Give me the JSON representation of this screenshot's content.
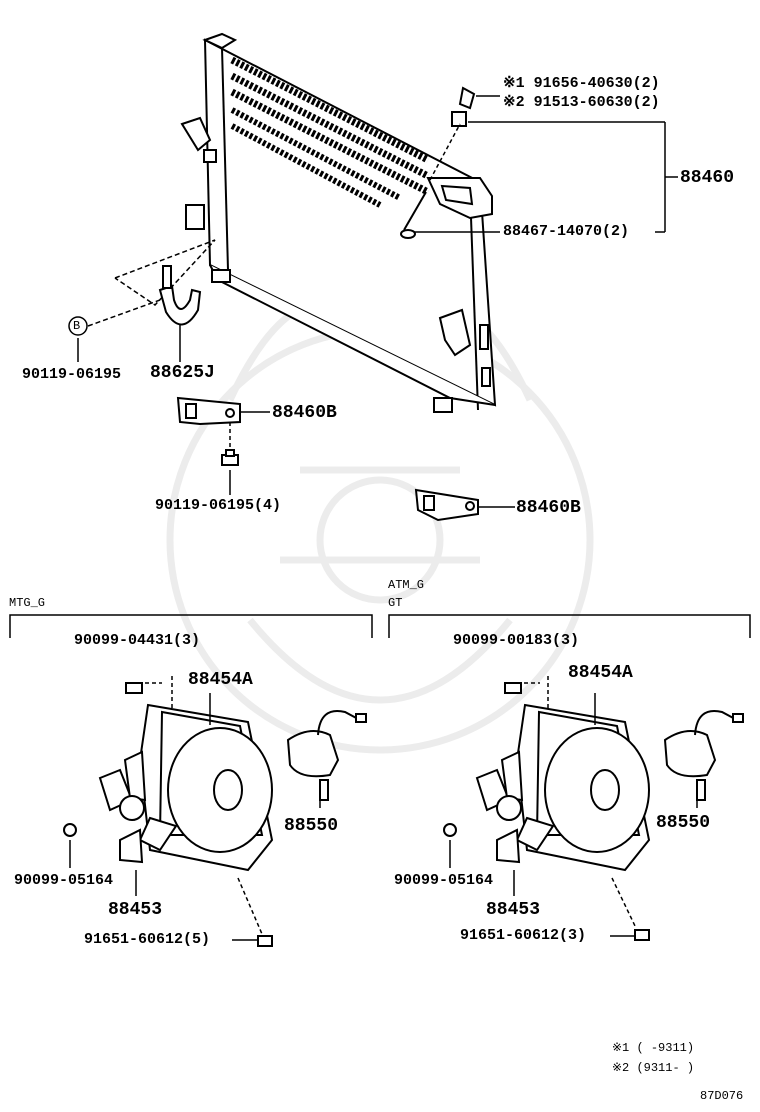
{
  "top_assembly": {
    "bolt_note1": "※1 91656-40630(2)",
    "bolt_note2": "※2 91513-60630(2)",
    "condenser": "88460",
    "pin": "88467-14070(2)",
    "bracket_bolt": "90119-06195",
    "bracket": "88625J",
    "callout_b": "B",
    "support_left": "88460B",
    "support_bolt": "90119-06195(4)",
    "support_right": "88460B"
  },
  "left_group": {
    "header1": "MTG_G",
    "screw": "90099-04431(3)",
    "shroud": "88454A",
    "motor": "88550",
    "nut": "90099-05164",
    "fan": "88453",
    "bolt": "91651-60612(5)"
  },
  "right_group": {
    "header1": "ATM_G",
    "header2": "GT",
    "screw": "90099-00183(3)",
    "shroud": "88454A",
    "motor": "88550",
    "nut": "90099-05164",
    "fan": "88453",
    "bolt": "91651-60612(3)"
  },
  "footnotes": {
    "note1": "※1 (      -9311)",
    "note2": "※2 (9311-      )",
    "ref": "87D076"
  }
}
